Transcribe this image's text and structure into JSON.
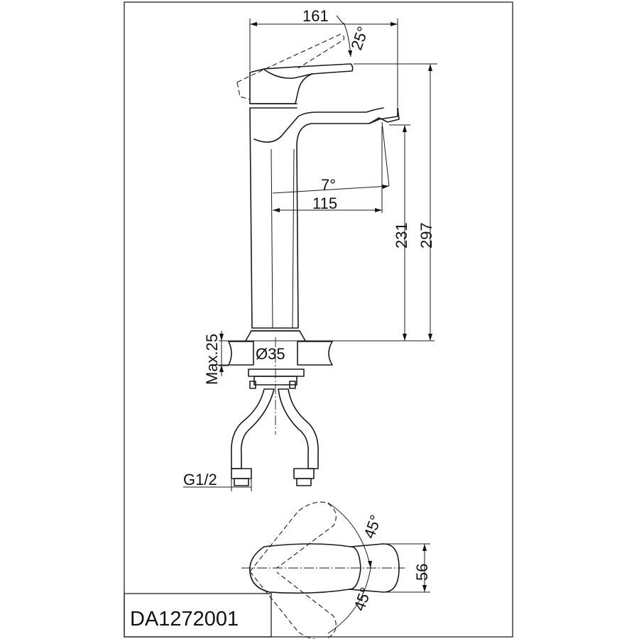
{
  "drawing": {
    "model_code": "DA1272001",
    "dimensions": {
      "top_width": "161",
      "handle_angle": "25°",
      "spout_angle": "7°",
      "spout_reach": "115",
      "spout_height": "231",
      "total_height": "297",
      "max_deck": "Max.25",
      "hole_diameter": "Ø35",
      "thread": "G1/2",
      "rot_angle_top": "45°",
      "rot_angle_bottom": "45°",
      "handle_width": "56"
    }
  }
}
